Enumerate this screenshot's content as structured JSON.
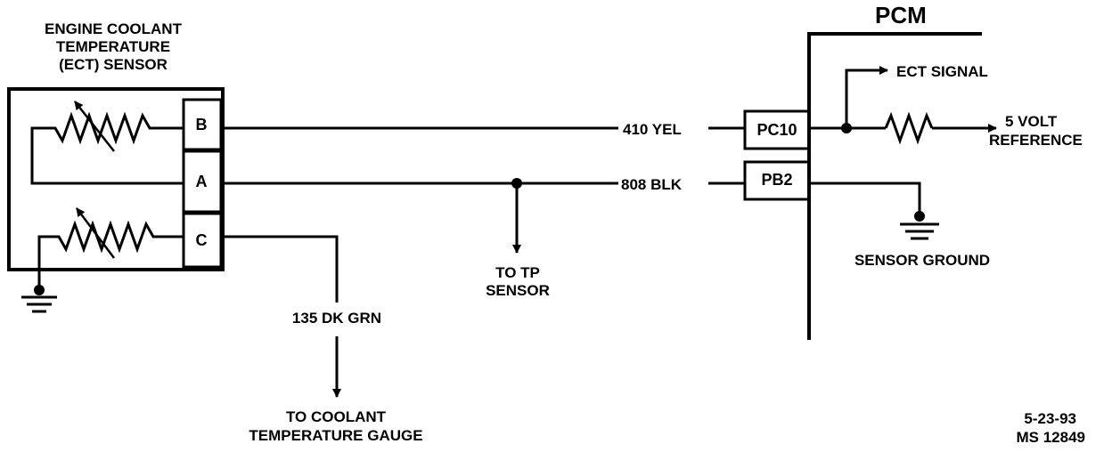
{
  "sensor": {
    "title_lines": [
      "ENGINE COOLANT",
      "TEMPERATURE",
      "(ECT) SENSOR"
    ],
    "pins": [
      "B",
      "A",
      "C"
    ]
  },
  "pcm": {
    "title": "PCM",
    "pins": [
      "PC10",
      "PB2"
    ]
  },
  "wires": {
    "yel": "410 YEL",
    "blk": "808 BLK",
    "grn": "135 DK GRN"
  },
  "labels": {
    "tp_sensor": [
      "TO TP",
      "SENSOR"
    ],
    "coolant_gauge": [
      "TO COOLANT",
      "TEMPERATURE GAUGE"
    ],
    "ect_signal": "ECT SIGNAL",
    "five_volt": [
      "5 VOLT",
      "REFERENCE"
    ],
    "sensor_ground": "SENSOR GROUND"
  },
  "footer": {
    "date": "5-23-93",
    "ref": "MS 12849"
  }
}
